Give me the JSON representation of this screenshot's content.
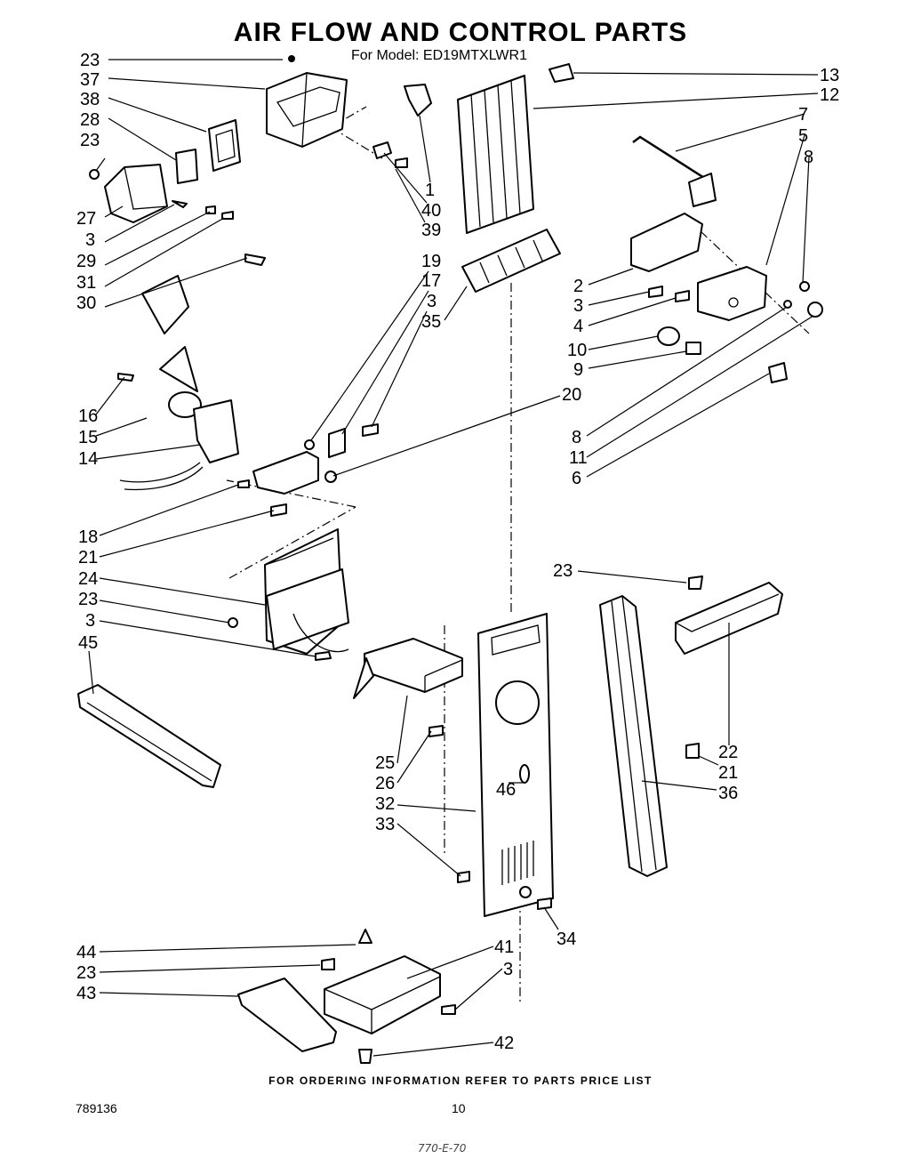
{
  "header": {
    "title": "AIR FLOW AND CONTROL PARTS",
    "model_line": "For Model:  ED19MTXLWR1"
  },
  "footer": {
    "ordering_note": "FOR ORDERING INFORMATION REFER TO PARTS PRICE LIST",
    "part_number": "789136",
    "page_number": "10",
    "stamp": "770-E-70"
  },
  "callouts": [
    "23",
    "37",
    "38",
    "28",
    "23",
    "27",
    "3",
    "29",
    "31",
    "30",
    "1",
    "40",
    "39",
    "13",
    "12",
    "7",
    "5",
    "8",
    "2",
    "3",
    "4",
    "10",
    "9",
    "8",
    "11",
    "6",
    "19",
    "17",
    "3",
    "35",
    "20",
    "16",
    "15",
    "14",
    "18",
    "21",
    "24",
    "23",
    "3",
    "45",
    "25",
    "26",
    "32",
    "33",
    "46",
    "23",
    "22",
    "21",
    "36",
    "34",
    "44",
    "23",
    "43",
    "41",
    "3",
    "42"
  ]
}
